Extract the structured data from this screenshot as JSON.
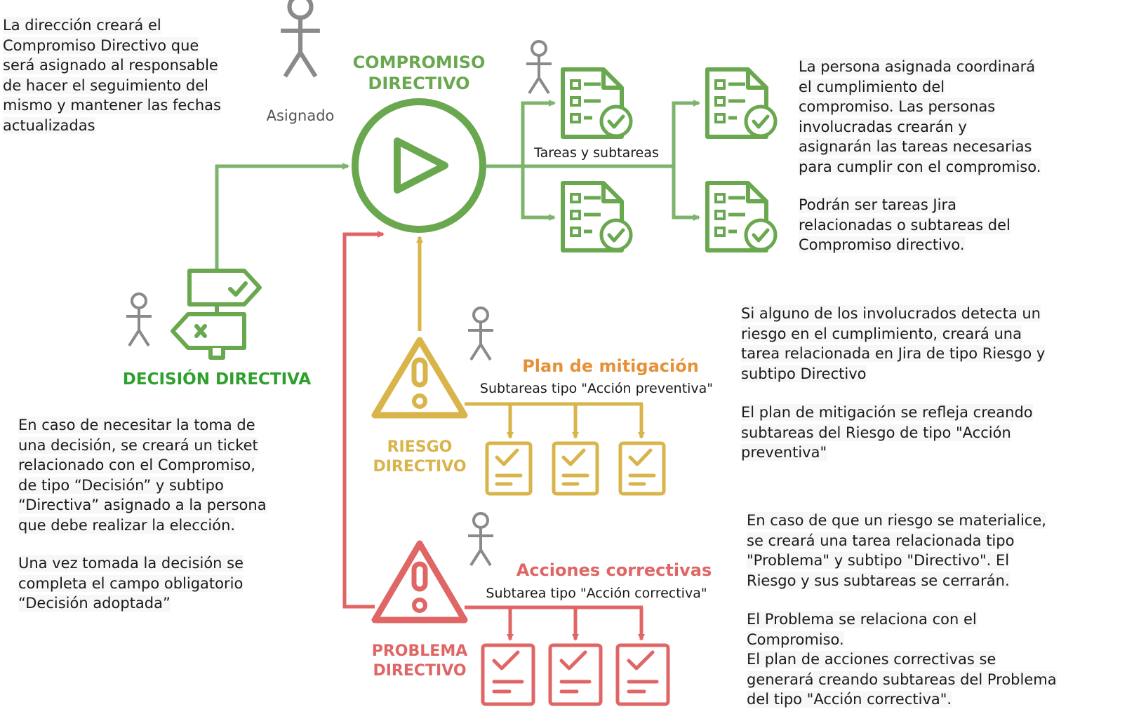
{
  "colors": {
    "green": "#6aa84f",
    "green_light": "#7db46c",
    "green_label": "#2ea02e",
    "yellow": "#d9b44a",
    "orange_label": "#e69138",
    "red": "#e06666",
    "gray": "#8a8a8a",
    "text": "#1a1a1a"
  },
  "labels": {
    "compromiso_line1": "COMPROMISO",
    "compromiso_line2": "DIRECTIVO",
    "asignado": "Asignado",
    "tareas_subtareas": "Tareas y subtareas",
    "decision": "DECISIÓN DIRECTIVA",
    "plan_mitigacion": "Plan de mitigación",
    "subtareas_preventiva": "Subtareas tipo \"Acción preventiva\"",
    "riesgo_line1": "RIESGO",
    "riesgo_line2": "DIRECTIVO",
    "acciones_correctivas": "Acciones correctivas",
    "subtarea_correctiva": "Subtarea tipo \"Acción correctiva\"",
    "problema_line1": "PROBLEMA",
    "problema_line2": "DIRECTIVO"
  },
  "paragraphs": {
    "direccion": "La dirección creará el\nCompromiso Directivo que\nserá asignado al responsable\nde hacer el seguimiento del\nmismo y mantener las fechas\nactualizadas",
    "coordinara": "La persona asignada coordinará\nel cumplimiento del\ncompromiso. Las personas\ninvolucradas crearán y\nasignarán las tareas necesarias\npara cumplir con el compromiso.",
    "podran": "Podrán ser tareas Jira\nrelacionadas o subtareas del\nCompromiso directivo.",
    "decision_ticket": "En caso de necesitar la toma de\nuna decisión, se creará un ticket\nrelacionado con el Compromiso,\nde tipo “Decisión” y subtipo\n“Directiva” asignado a la persona\nque debe realizar la elección.",
    "decision_tomada": "Una vez tomada la decisión se\ncompleta el campo obligatorio\n“Decisión adoptada”",
    "riesgo_detecta": "Si alguno de los involucrados detecta un\nriesgo en el cumplimiento, creará una\ntarea relacionada en Jira de tipo Riesgo y\nsubtipo Directivo",
    "plan_refleja": "El plan de mitigación se refleja creando\nsubtareas del Riesgo de tipo \"Acción\npreventiva\"",
    "materialice": "En caso de que un riesgo se materialice,\nse creará una tarea relacionada tipo\n\"Problema\" y subtipo \"Directivo\". El\nRiesgo y sus subtareas se cerrarán.",
    "problema_relaciona": "El Problema se relaciona con el\nCompromiso.\nEl plan de acciones correctivas se\ngenerará creando subtareas del Problema\ndel tipo \"Acción correctiva\"."
  }
}
